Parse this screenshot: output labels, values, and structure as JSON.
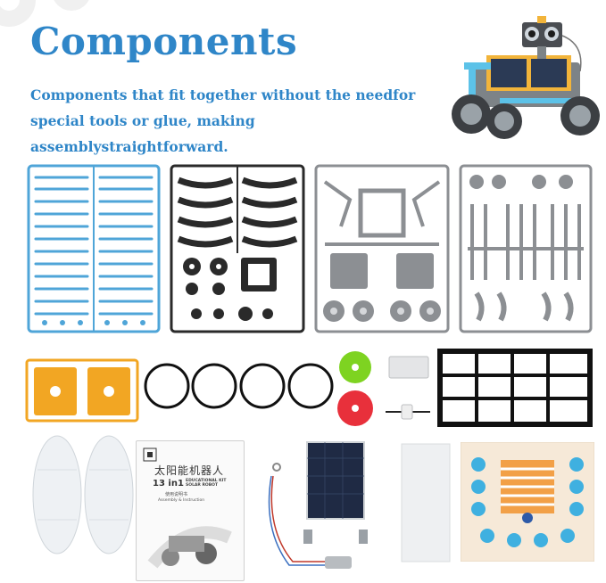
{
  "header": {
    "title": "Components",
    "subtitle": "Components that fit together without the needfor special tools or glue, making assemblystraightforward."
  },
  "manual": {
    "title_cn": "太阳能机器人",
    "number": "13 in1",
    "english": "EDUCATIONAL KIT SOLAR ROBOT",
    "sub_cn": "使用说明书",
    "sub_en": "Assembly & Instruction"
  },
  "colors": {
    "accent": "#2f86c8",
    "blue_parts": "#4fa5d8",
    "black_parts": "#2a2a2a",
    "grey_parts": "#8c8f93",
    "orange_parts": "#f2a623",
    "green_gear": "#7ed321",
    "red_gear": "#e8303b"
  },
  "icons": [
    "gear-icon",
    "robot-icon"
  ]
}
